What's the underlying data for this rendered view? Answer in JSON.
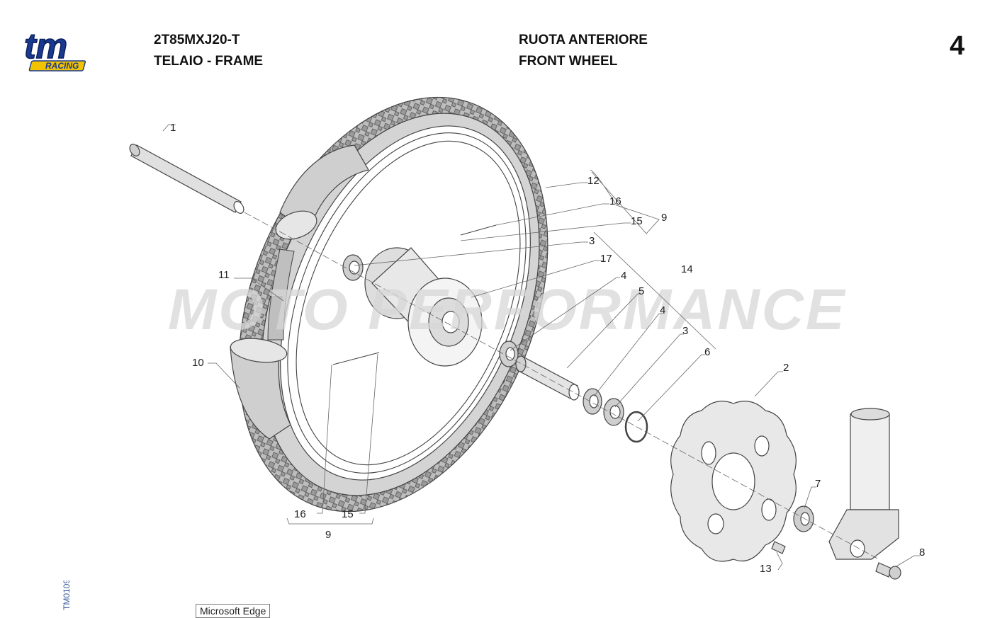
{
  "header": {
    "model_code": "2T85MXJ20-T",
    "section_it_en": "TELAIO - FRAME",
    "title_it": "RUOTA ANTERIORE",
    "title_en": "FRONT WHEEL",
    "page_number": "4"
  },
  "logo": {
    "main": "tm",
    "sub": "RACING"
  },
  "watermark": "MOTO PERFORMANCE",
  "drawing_code": "TM0109",
  "callouts": {
    "c1": "1",
    "c2": "2",
    "c3a": "3",
    "c3b": "3",
    "c4a": "4",
    "c4b": "4",
    "c5": "5",
    "c6": "6",
    "c7": "7",
    "c8": "8",
    "c9a": "9",
    "c9b": "9",
    "c10": "10",
    "c11": "11",
    "c12": "12",
    "c13": "13",
    "c14": "14",
    "c15a": "15",
    "c15b": "15",
    "c16a": "16",
    "c16b": "16",
    "c17": "17"
  },
  "tooltip": "Microsoft Edge",
  "colors": {
    "line": "#444444",
    "fill_gray": "#d4d4d4",
    "watermark": "#d7d7d7",
    "logo_blue": "#1a3a8f",
    "logo_yellow": "#f2c400"
  }
}
